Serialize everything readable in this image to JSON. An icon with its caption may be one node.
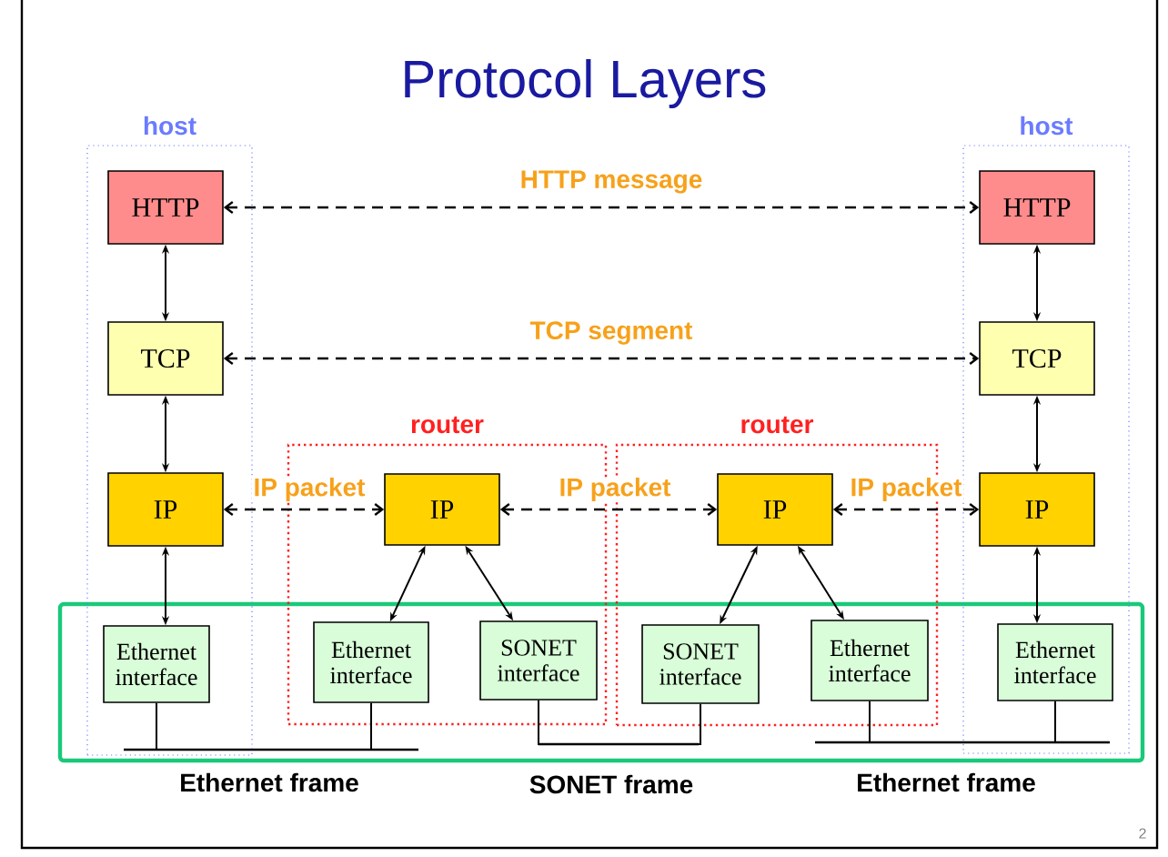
{
  "diagram": {
    "title": "Protocol Layers",
    "nodes": [
      {
        "text": [
          "host"
        ]
      },
      {
        "text": [
          "HTTP"
        ],
        "in": 0
      },
      {
        "text": [
          "TCP"
        ],
        "in": 0
      },
      {
        "text": [
          "IP"
        ],
        "in": 0
      },
      {
        "text": [
          "Ethernet interface"
        ],
        "in": 0
      },
      {
        "text": [
          "router"
        ]
      },
      {
        "text": [
          "IP"
        ],
        "in": 5
      },
      {
        "text": [
          "Ethernet interface"
        ],
        "in": 5
      },
      {
        "text": [
          "SONET interface"
        ],
        "in": 5
      },
      {
        "text": [
          "router"
        ]
      },
      {
        "text": [
          "IP"
        ],
        "in": 9
      },
      {
        "text": [
          "SONET interface"
        ],
        "in": 9
      },
      {
        "text": [
          "Ethernet interface"
        ],
        "in": 9
      },
      {
        "text": [
          "host"
        ]
      },
      {
        "text": [
          "HTTP"
        ],
        "in": 13
      },
      {
        "text": [
          "TCP"
        ],
        "in": 13
      },
      {
        "text": [
          "IP"
        ],
        "in": 13
      },
      {
        "text": [
          "Ethernet interface"
        ],
        "in": 13
      }
    ],
    "edges": [
      {
        "from": 1,
        "to": 14,
        "arrow": "both",
        "style": "dashed",
        "label": "HTTP message"
      },
      {
        "from": 2,
        "to": 15,
        "arrow": "both",
        "style": "dashed",
        "label": "TCP segment"
      },
      {
        "from": 3,
        "to": 6,
        "arrow": "both",
        "style": "dashed",
        "label": "IP packet"
      },
      {
        "from": 6,
        "to": 10,
        "arrow": "both",
        "style": "dashed",
        "label": "IP packet"
      },
      {
        "from": 10,
        "to": 16,
        "arrow": "both",
        "style": "dashed",
        "label": "IP packet"
      },
      {
        "from": 1,
        "to": 2,
        "arrow": "both"
      },
      {
        "from": 2,
        "to": 3,
        "arrow": "both"
      },
      {
        "from": 3,
        "to": 4,
        "arrow": "both"
      },
      {
        "from": 6,
        "to": 7,
        "arrow": "both"
      },
      {
        "from": 6,
        "to": 8,
        "arrow": "both"
      },
      {
        "from": 10,
        "to": 11,
        "arrow": "both"
      },
      {
        "from": 10,
        "to": 12,
        "arrow": "both"
      },
      {
        "from": 14,
        "to": 15,
        "arrow": "both"
      },
      {
        "from": 15,
        "to": 16,
        "arrow": "both"
      },
      {
        "from": 16,
        "to": 17,
        "arrow": "both"
      },
      {
        "from": 4,
        "to": 7,
        "arrow": "none"
      },
      {
        "from": 8,
        "to": 11,
        "arrow": "none"
      },
      {
        "from": 12,
        "to": 17,
        "arrow": "none"
      }
    ],
    "labels": [
      "Ethernet frame",
      "SONET frame",
      "Ethernet frame",
      "2"
    ]
  }
}
